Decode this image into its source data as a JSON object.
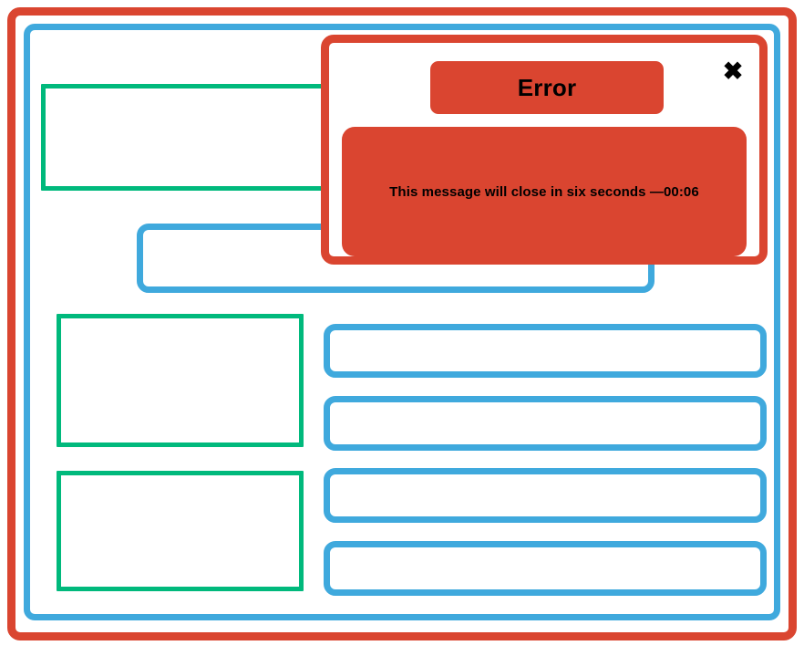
{
  "window": {
    "background_color": "#ffffff",
    "outer_frame_color": "#da4530",
    "inner_frame_color": "#3fa9dd"
  },
  "palette": {
    "red": "#da4530",
    "blue": "#3fa9dd",
    "green": "#00b97c",
    "text": "#000000",
    "white": "#ffffff"
  },
  "content_panels": {
    "green_top": "",
    "blue_middle": "",
    "green_left_1": "",
    "green_left_2": "",
    "blue_right_1": "",
    "blue_right_2": "",
    "blue_right_3": "",
    "blue_right_4": ""
  },
  "modal": {
    "title": "Error",
    "close_icon": "✖",
    "close_label": "close-button",
    "message": "This message will close in six seconds —00:06",
    "countdown": "00:06",
    "countdown_seconds": 6,
    "title_bg": "#da4530",
    "body_bg": "#da4530",
    "border_color": "#da4530"
  }
}
